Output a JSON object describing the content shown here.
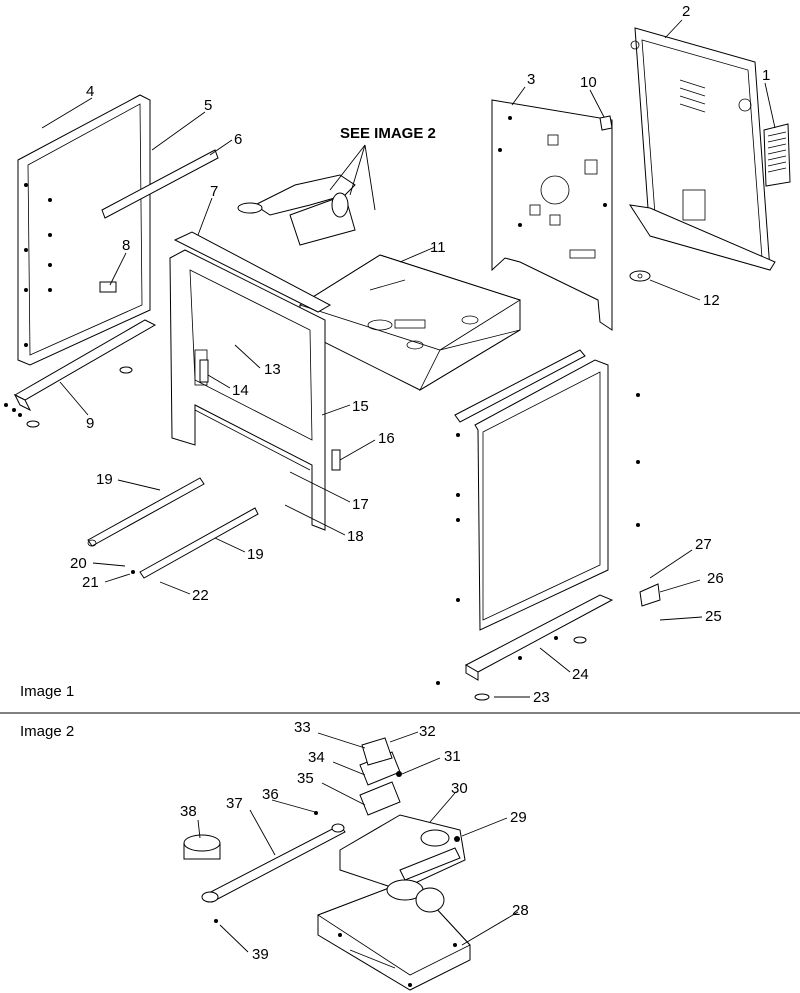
{
  "sections": [
    {
      "title": "Image 1"
    },
    {
      "title": "Image 2"
    }
  ],
  "see_note": "SEE IMAGE 2",
  "callouts_image1": [
    "1",
    "2",
    "3",
    "4",
    "5",
    "6",
    "7",
    "8",
    "9",
    "10",
    "11",
    "12",
    "13",
    "14",
    "15",
    "16",
    "17",
    "18",
    "19",
    "19",
    "20",
    "21",
    "22",
    "23",
    "24",
    "25",
    "26",
    "27"
  ],
  "callouts_image2": [
    "28",
    "29",
    "30",
    "31",
    "32",
    "33",
    "34",
    "35",
    "36",
    "37",
    "38",
    "39"
  ]
}
